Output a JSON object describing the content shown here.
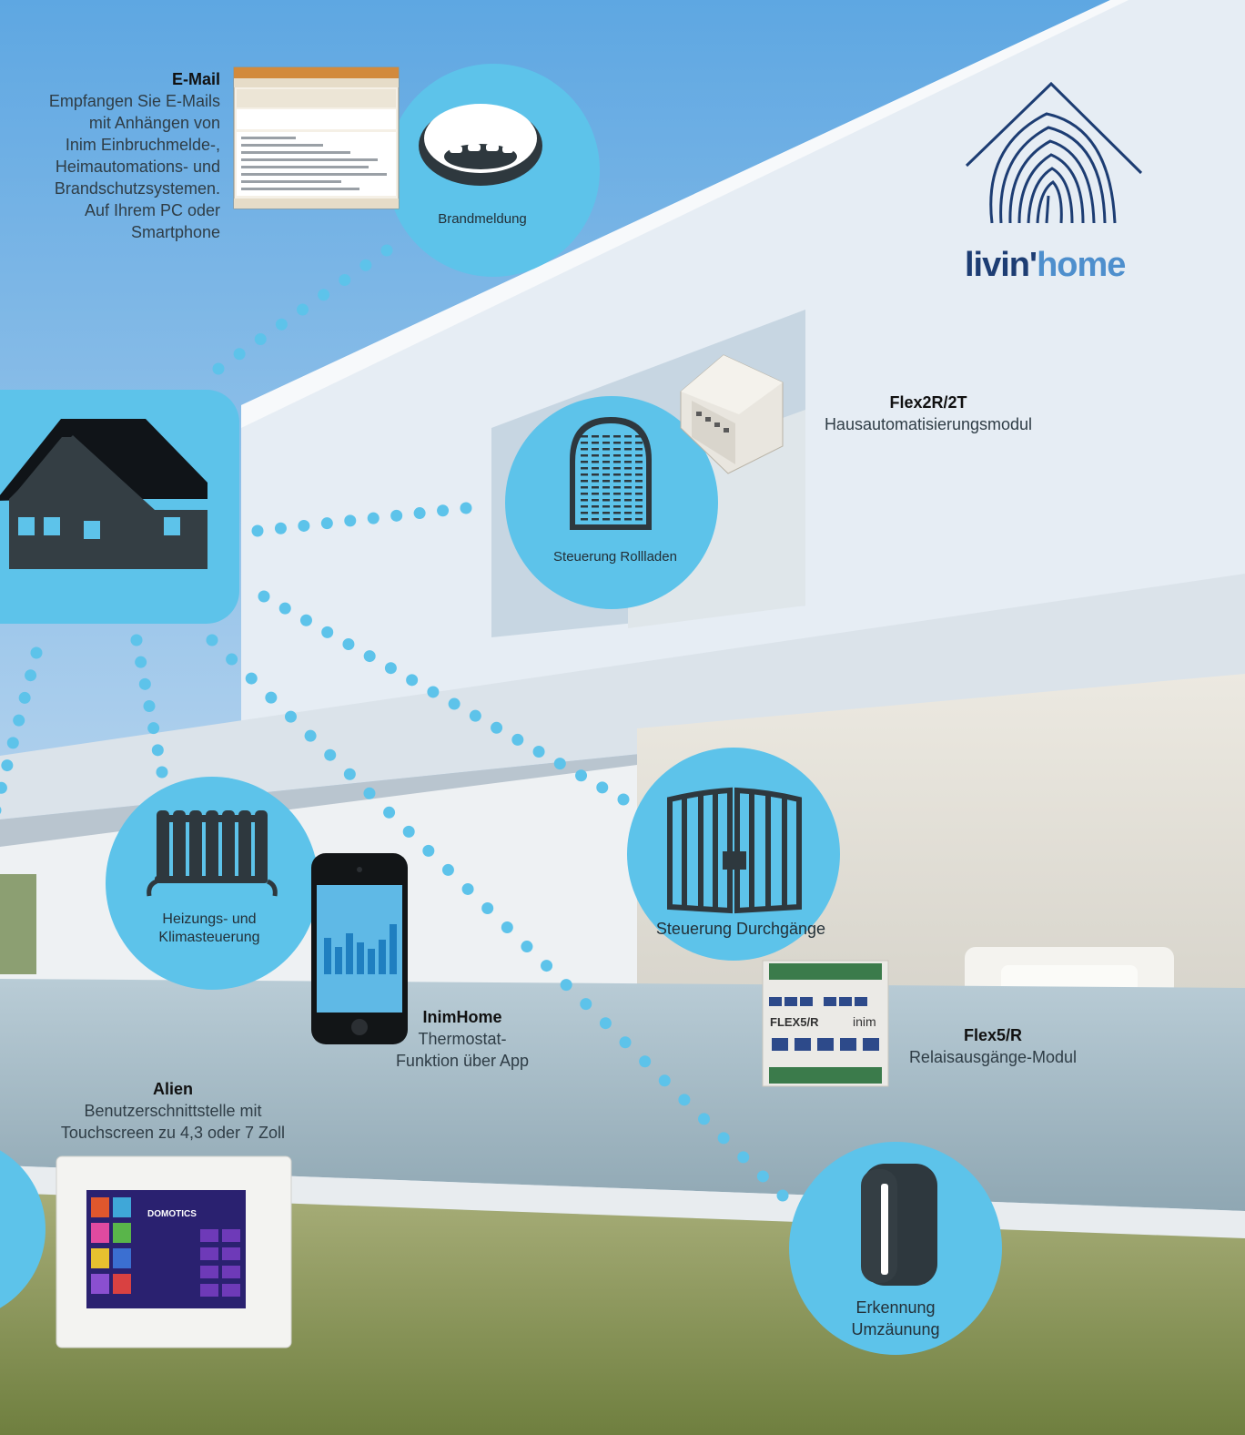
{
  "brand": {
    "logo_part1": "livin'",
    "logo_part2": "home",
    "color_dark": "#1d3d73",
    "color_light": "#4e8fcd"
  },
  "colors": {
    "bubble": "#5dc3ea",
    "icon_dark": "#343e44"
  },
  "email": {
    "title": "E-Mail",
    "body": [
      "Empfangen Sie E-Mails",
      "mit Anhängen von",
      "Inim Einbruchmelde-,",
      "Heimautomations- und",
      "Brandschutzsystemen.",
      "Auf Ihrem PC oder",
      "Smartphone"
    ]
  },
  "smoke_detector": {
    "label": "Brandmeldung",
    "icon": "smoke-detector-icon"
  },
  "shutter": {
    "label": "Steuerung Rollladen",
    "icon": "roller-shutter-icon"
  },
  "flex2r": {
    "title": "Flex2R/2T",
    "subtitle": "Hausautomatisierungsmodul"
  },
  "heating": {
    "label_line1": "Heizungs- und",
    "label_line2": "Klimasteuerung",
    "icon": "radiator-icon"
  },
  "gates": {
    "label": "Steuerung Durchgänge",
    "icon": "gate-icon"
  },
  "inimhome": {
    "title": "InimHome",
    "line1": "Thermostat-",
    "line2": "Funktion über App"
  },
  "flex5r": {
    "title": "Flex5/R",
    "subtitle": "Relaisausgänge-Modul",
    "device_text": "FLEX5/R",
    "brand_text": "inim"
  },
  "alien": {
    "title": "Alien",
    "line1": "Benutzerschnittstelle mit",
    "line2": "Touchscreen zu 4,3 oder 7 Zoll",
    "screen_text": "DOMOTICS"
  },
  "fence": {
    "label_line1": "Erkennung",
    "label_line2": "Umzäunung",
    "icon": "perimeter-detector-icon"
  },
  "house": {
    "icon": "house-icon"
  }
}
